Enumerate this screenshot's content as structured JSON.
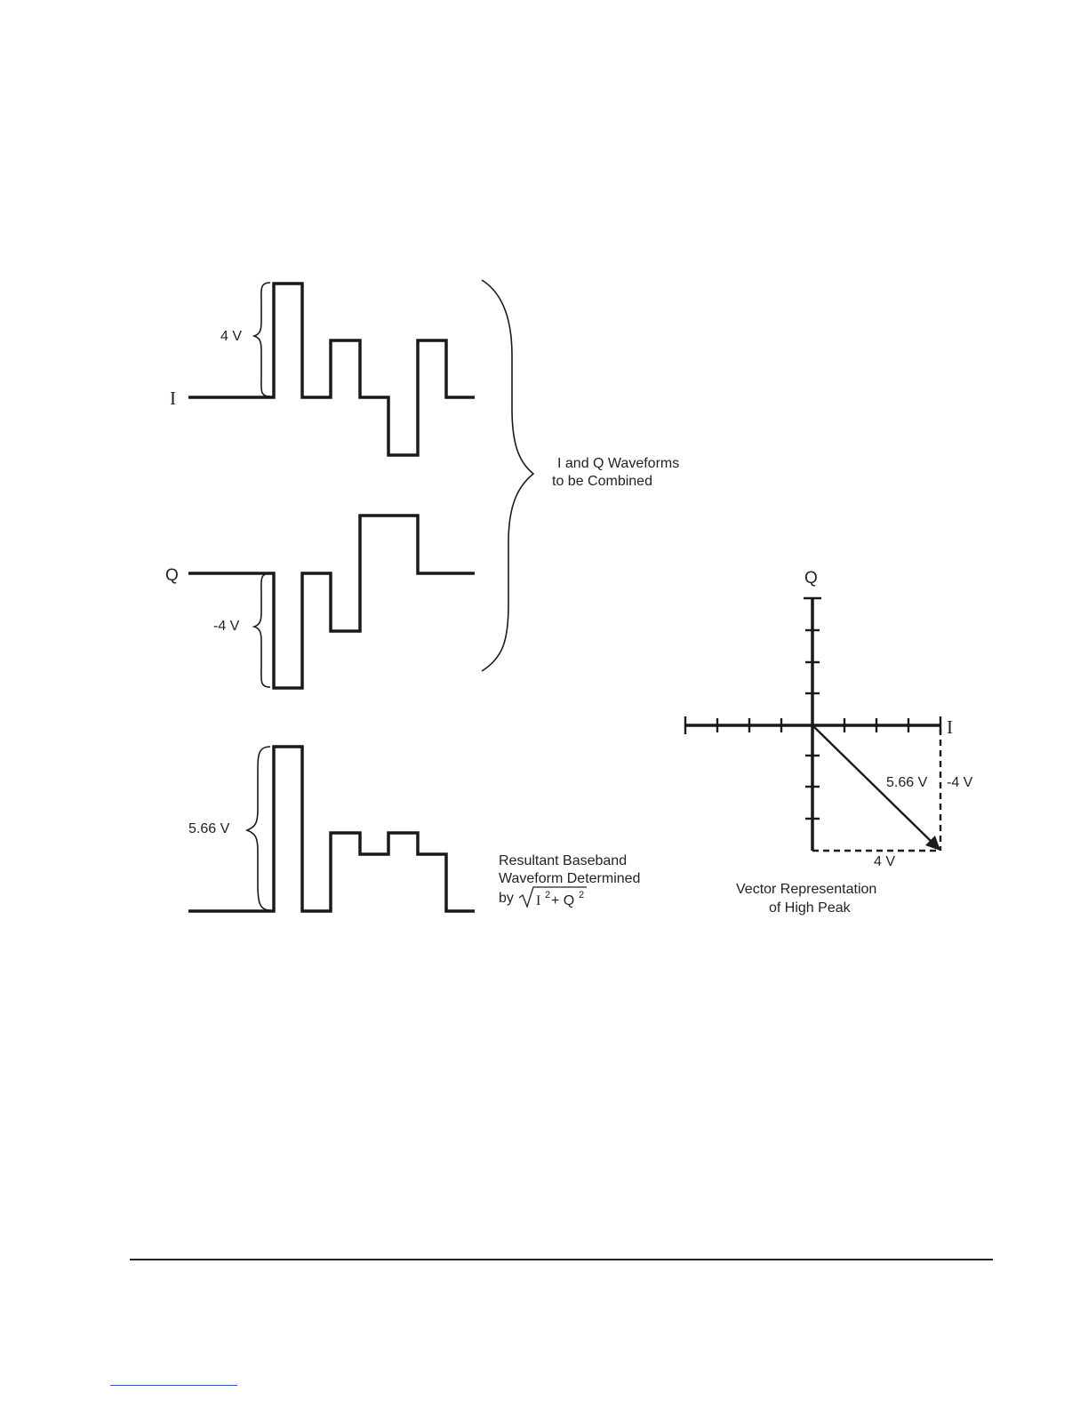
{
  "waveforms": {
    "i_label": "I",
    "q_label": "Q",
    "i_amplitude_label": "4 V",
    "q_amplitude_label": "-4 V",
    "group_caption_line1": "I and Q Waveforms",
    "group_caption_line2": "to be Combined",
    "resultant_amplitude_label": "5.66 V",
    "resultant_caption_line1": "Resultant Baseband",
    "resultant_caption_line2": "Waveform Determined",
    "resultant_caption_by": "by",
    "formula_i": "I",
    "formula_plus_q": "+ Q",
    "formula_exp": "2"
  },
  "vector": {
    "q_axis_label": "Q",
    "i_axis_label": "I",
    "magnitude_label": "5.66 V",
    "q_component_label": "-4 V",
    "i_component_label": "4 V",
    "caption_line1": "Vector Representation",
    "caption_line2": "of High Peak"
  }
}
